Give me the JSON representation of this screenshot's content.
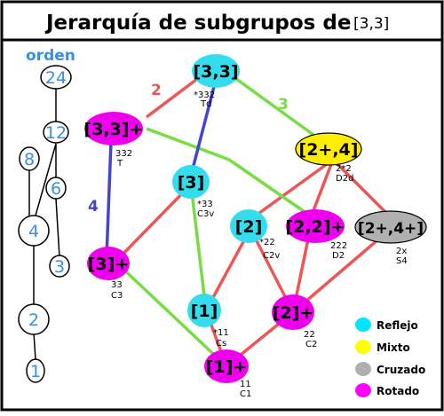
{
  "title": "Jerarquía de subgrupos de",
  "title_group": "[3,3]",
  "order_title": "orden",
  "orders": [
    "24",
    "12",
    "8",
    "6",
    "4",
    "3",
    "2",
    "1"
  ],
  "index_labels": {
    "index2": "2",
    "index3": "3",
    "index4": "4"
  },
  "nodes": {
    "n33": {
      "label": "[3,3]",
      "notation_top": "*332",
      "notation_bottom": "Td"
    },
    "n33p": {
      "label": "[3,3]+",
      "notation_top": "332",
      "notation_bottom": "T"
    },
    "n2p4": {
      "label": "[2+,4]",
      "notation_top": "2*2",
      "notation_bottom": "D2d"
    },
    "n3": {
      "label": "[3]",
      "notation_top": "*33",
      "notation_bottom": "C3v"
    },
    "n2": {
      "label": "[2]",
      "notation_top": "*22",
      "notation_bottom": "C2v"
    },
    "n22p": {
      "label": "[2,2]+",
      "notation_top": "222",
      "notation_bottom": "D2"
    },
    "n2p4p": {
      "label": "[2+,4+]",
      "notation_top": "2x",
      "notation_bottom": "S4"
    },
    "n3p": {
      "label": "[3]+",
      "notation_top": "33",
      "notation_bottom": "C3"
    },
    "n1": {
      "label": "[1]",
      "notation_top": "*11",
      "notation_bottom": "Cs"
    },
    "n2p": {
      "label": "[2]+",
      "notation_top": "22",
      "notation_bottom": "C2"
    },
    "n1p": {
      "label": "[1]+",
      "notation_top": "11",
      "notation_bottom": "C1"
    }
  },
  "legend": [
    {
      "label": "Reflejo",
      "color": "#00e5ff"
    },
    {
      "label": "Mixto",
      "color": "#ffff00"
    },
    {
      "label": "Cruzado",
      "color": "#b0b0b0"
    },
    {
      "label": "Rotado",
      "color": "#ff00ff"
    }
  ],
  "colors": {
    "reflection": "#33ddee",
    "mixed": "#ffee00",
    "cross": "#b0b0b0",
    "rotation": "#ee00ee",
    "edge_index2": "#ee5555",
    "edge_index3": "#77dd44",
    "edge_index4": "#4444cc",
    "order_blue": "#3b8ee8"
  }
}
